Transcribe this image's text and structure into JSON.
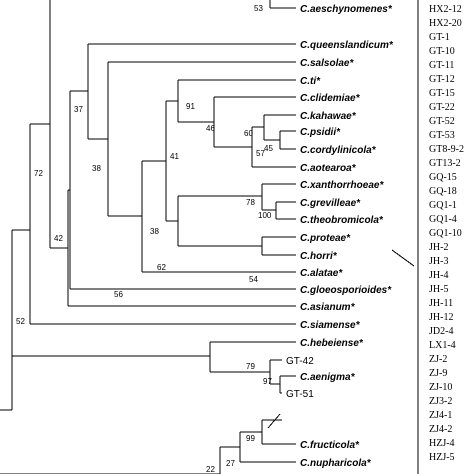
{
  "taxa": [
    "C.aeschynomenes*",
    "C.queenslandicum*",
    "C.salsolae*",
    "C.ti*",
    "C.clidemiae*",
    "C.kahawae*",
    "C.psidii*",
    "C.cordylinicola*",
    "C.aotearoa*",
    "C.xanthorrhoeae*",
    "C.grevilleae*",
    "C.theobromicola*",
    "C.proteae*",
    "C.horri*",
    "C.alatae*",
    "C.gloeosporioides*",
    "C.asianum*",
    "C.siamense*",
    "C.hebeiense*",
    "GT-42",
    "C.aenigma*",
    "GT-51",
    "C.fructicola*",
    "C.nupharicola*"
  ],
  "bootstrap": [
    "53",
    "37",
    "91",
    "46",
    "60",
    "45",
    "57",
    "41",
    "38",
    "78",
    "100",
    "38",
    "62",
    "54",
    "56",
    "42",
    "72",
    "52",
    "79",
    "97",
    "99",
    "27",
    "22"
  ],
  "strains": [
    "HX2-12",
    "HX2-20",
    "GT-1",
    "GT-10",
    "GT-11",
    "GT-12",
    "GT-15",
    "GT-22",
    "GT-52",
    "GT-53",
    "GT8-9-2",
    "GT13-2",
    "GQ-15",
    "GQ-18",
    "GQ1-1",
    "GQ1-4",
    "GQ1-10",
    "JH-2",
    "JH-3",
    "JH-4",
    "JH-5",
    "JH-11",
    "JH-12",
    "JD2-4",
    "LX1-4",
    "ZJ-2",
    "ZJ-9",
    "ZJ-10",
    "ZJ3-2",
    "ZJ4-1",
    "ZJ4-2",
    "HZJ-4",
    "HZJ-5"
  ]
}
